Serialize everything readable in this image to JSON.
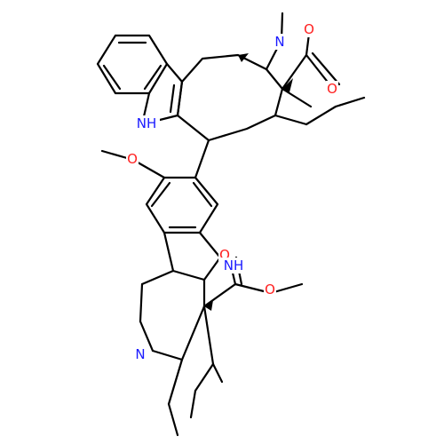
{
  "atoms": {
    "n_top": {
      "text": "N",
      "color": "#1a1aff"
    },
    "o_top_methoxy": {
      "text": "O",
      "color": "#ff2020"
    },
    "o_top_carbonyl": {
      "text": "O",
      "color": "#ff2020"
    },
    "nh_top_indole": {
      "text": "NH",
      "color": "#1a1aff"
    },
    "o_mid_methoxy": {
      "text": "O",
      "color": "#ff2020"
    },
    "o_lower_carbonyl": {
      "text": "O",
      "color": "#ff2020"
    },
    "nh_lower_indole": {
      "text": "NH",
      "color": "#1a1aff"
    },
    "o_lower_ester": {
      "text": "O",
      "color": "#ff2020"
    },
    "n_bottom": {
      "text": "N",
      "color": "#1a1aff"
    }
  }
}
